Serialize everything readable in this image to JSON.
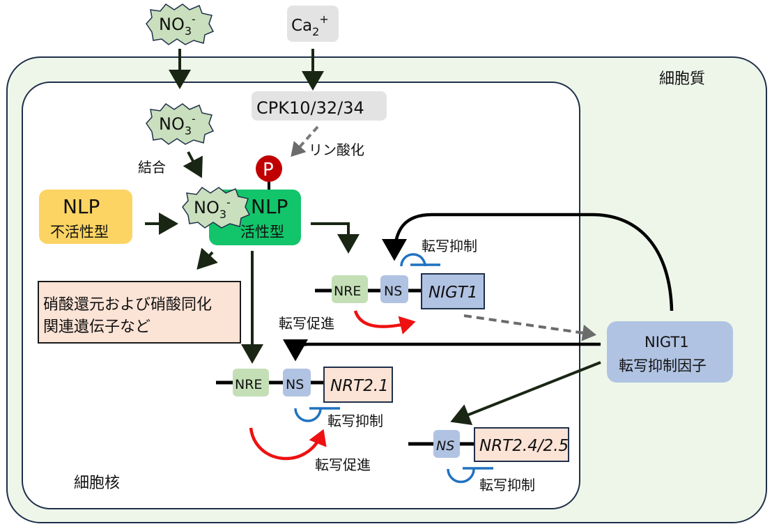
{
  "compartments": {
    "cytoplasm_label": "細胞質",
    "nucleus_label": "細胞核"
  },
  "signals": {
    "nitrate_main": "NO",
    "nitrate_sub": "3",
    "nitrate_sup": "-",
    "calcium_main": "Ca",
    "calcium_sub": "2",
    "calcium_sup": "+"
  },
  "kinase": {
    "label": "CPK10/32/34",
    "action_label": "リン酸化",
    "phospho_symbol": "P"
  },
  "binding_label": "結合",
  "nlp_inactive": {
    "name": "NLP",
    "state": "不活性型"
  },
  "nlp_active": {
    "name": "NLP",
    "state": "活性型"
  },
  "target_genes_box": {
    "line1": "硝酸還元および硝酸同化",
    "line2": "関連遺伝子など"
  },
  "promoters": [
    {
      "gene": "NIGT1",
      "elements": [
        "NRE",
        "NS"
      ],
      "activation_label": "転写促進",
      "repression_label": "転写抑制"
    },
    {
      "gene": "NRT2.1",
      "elements": [
        "NRE",
        "NS"
      ],
      "activation_label": "転写促進",
      "repression_label": "転写抑制"
    },
    {
      "gene": "NRT2.4/2.5",
      "elements": [
        "NS"
      ],
      "repression_label": "転写抑制"
    }
  ],
  "repressor": {
    "name": "NIGT1",
    "role": "転写抑制因子"
  },
  "colors": {
    "cytoplasm_fill": "#eef6ea",
    "outline": "#1f2f4a",
    "nitrate_fill": "#c9dfbd",
    "calcium_fill": "#e3e3e3",
    "nlp_inactive_fill": "#fcd463",
    "nlp_active_fill": "#13c56a",
    "phospho_fill": "#c00000",
    "nre_fill": "#c4dfb6",
    "ns_fill": "#b1c3e2",
    "nigt1_fill": "#b1c3e2",
    "nrt_fill": "#fbe3d6",
    "activation_arrow": "#ee1111",
    "repression_symbol": "#1f72c0",
    "arrow_dark": "#1a2614",
    "dashed_arrow": "#6b6b6b"
  }
}
